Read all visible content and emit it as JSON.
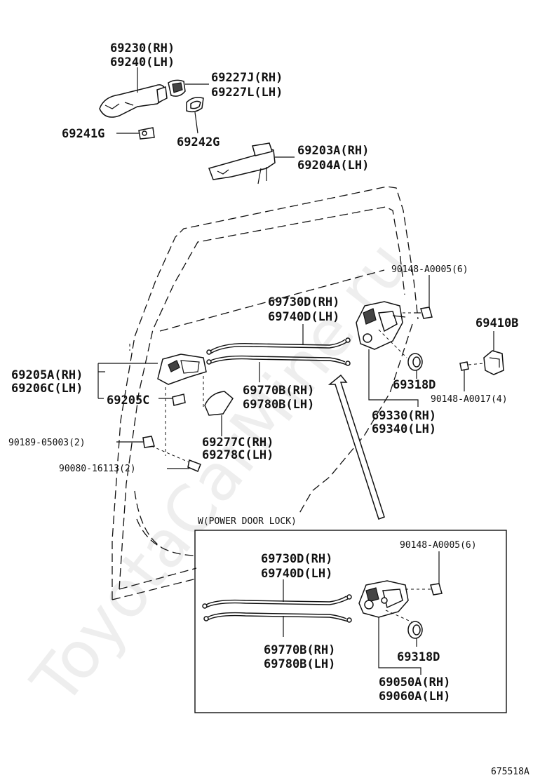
{
  "watermark": "ToyotaCarMine.ru",
  "figure_id": "675518A",
  "inset_caption": "W(POWER DOOR LOCK)",
  "labels": {
    "handle_outer_rh": "69230(RH)",
    "handle_outer_lh": "69240(LH)",
    "cover_rh": "69227J(RH)",
    "cover_lh": "69227L(LH)",
    "pad_69241g": "69241G",
    "pad_69242g": "69242G",
    "frame_rh": "69203A(RH)",
    "frame_lh": "69204A(LH)",
    "screw_top": "90148-A0005(6)",
    "cable_inner_rh": "69730D(RH)",
    "cable_inner_lh": "69740D(LH)",
    "striker": "69410B",
    "inner_handle_rh": "69205A(RH)",
    "inner_handle_lh": "69206C(LH)",
    "bezel_69205c": "69205C",
    "cable_outer_rh": "69770B(RH)",
    "cable_outer_lh": "69780B(LH)",
    "cap_69318d": "69318D",
    "screw_striker": "90148-A0017(4)",
    "lock_rh": "69330(RH)",
    "lock_lh": "69340(LH)",
    "clip_90189": "90189-05003(2)",
    "bolt_90080": "90080-16113(2)",
    "cover_inner_rh": "69277C(RH)",
    "cover_inner_lh": "69278C(LH)"
  },
  "inset": {
    "screw": "90148-A0005(6)",
    "cable_inner_rh": "69730D(RH)",
    "cable_inner_lh": "69740D(LH)",
    "cable_outer_rh": "69770B(RH)",
    "cable_outer_lh": "69780B(LH)",
    "cap": "69318D",
    "lock_rh": "69050A(RH)",
    "lock_lh": "69060A(LH)"
  }
}
